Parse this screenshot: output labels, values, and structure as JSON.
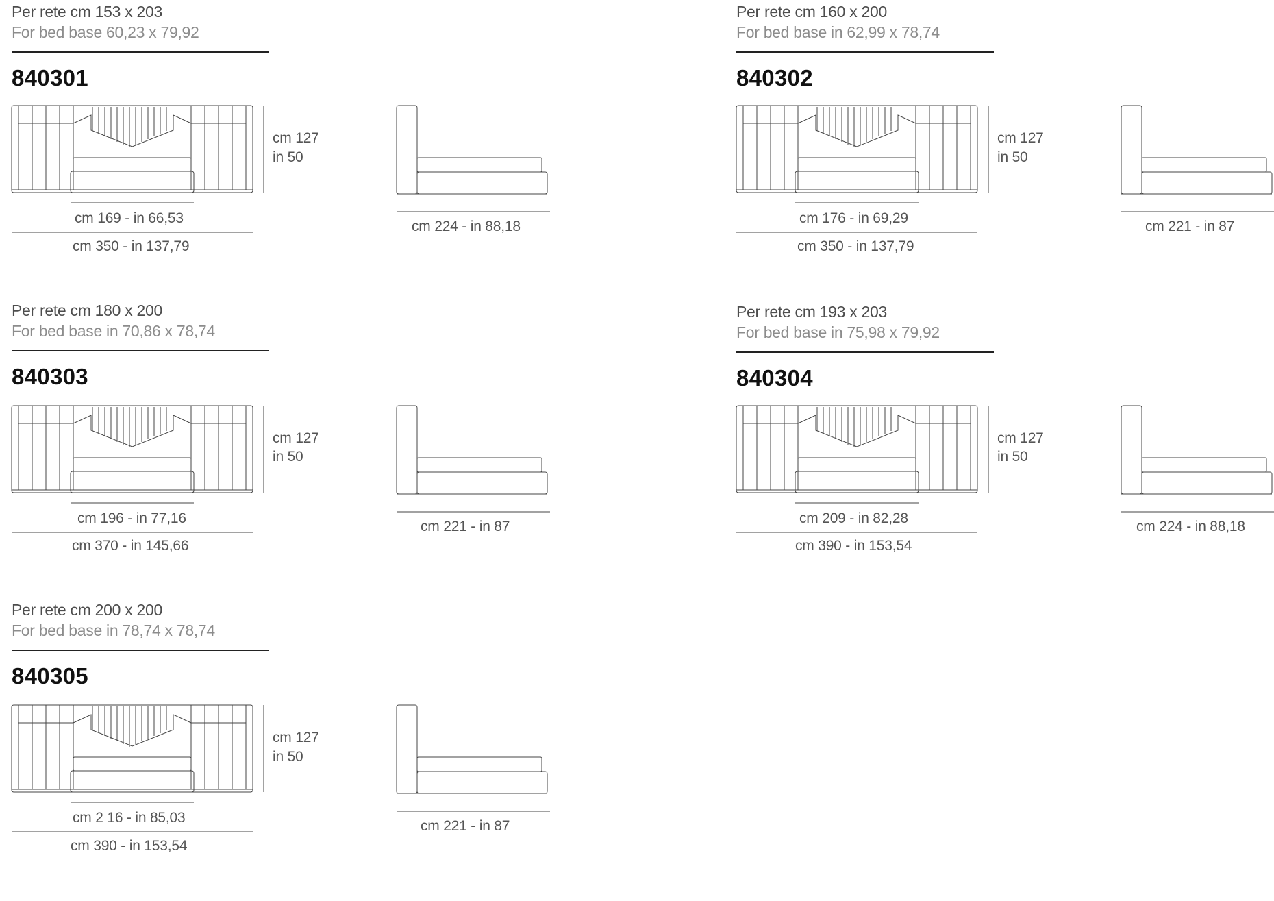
{
  "items": [
    {
      "code": "840301",
      "it": "Per rete cm 153 x 203",
      "en": "For bed base 60,23 x 79,92",
      "height_cm": "cm 127",
      "height_in": "in 50",
      "inner": "cm 169 - in 66,53",
      "outer": "cm 350 - in 137,79",
      "side": "cm 224 - in 88,18"
    },
    {
      "code": "840302",
      "it": "Per rete cm 160 x 200",
      "en": "For bed base in 62,99 x 78,74",
      "height_cm": "cm 127",
      "height_in": "in 50",
      "inner": "cm 176 - in 69,29",
      "outer": "cm 350 - in 137,79",
      "side": "cm 221 - in 87"
    },
    {
      "code": "840303",
      "it": "Per rete cm 180 x 200",
      "en": "For bed base in 70,86 x 78,74",
      "height_cm": "cm 127",
      "height_in": "in 50",
      "inner": "cm 196 - in 77,16",
      "outer": "cm 370 - in 145,66",
      "side": "cm 221 - in 87"
    },
    {
      "code": "840304",
      "it": "Per rete cm 193 x 203",
      "en": "For bed base in 75,98 x 79,92",
      "height_cm": "cm 127",
      "height_in": "in 50",
      "inner": "cm 209 - in 82,28",
      "outer": "cm 390 - in 153,54",
      "side": "cm 224 - in 88,18"
    },
    {
      "code": "840305",
      "it": "Per rete cm 200 x 200",
      "en": "For bed base in 78,74 x 78,74",
      "height_cm": "cm 127",
      "height_in": "in 50",
      "inner": "cm 2 16 - in 85,03",
      "outer": "cm 390 - in 153,54",
      "side": "cm 221 - in 87"
    }
  ]
}
